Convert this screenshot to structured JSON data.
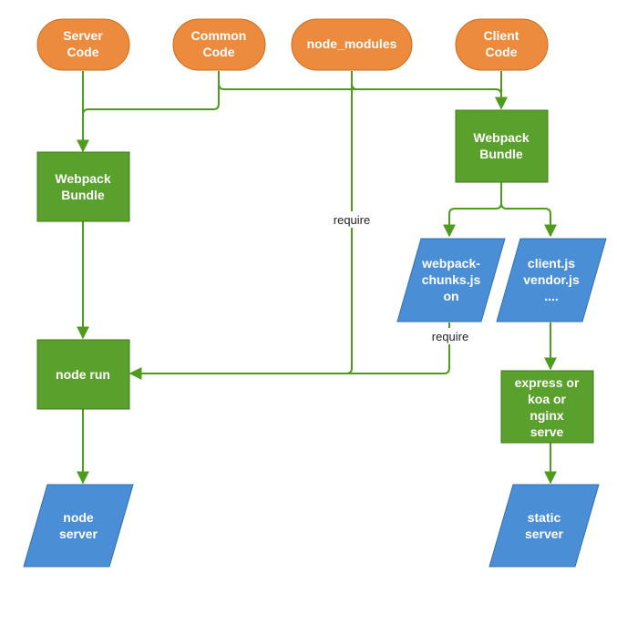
{
  "colors": {
    "source": "#ec8b3d",
    "process": "#5aa02c",
    "output": "#4a8fd6",
    "edge": "#4f9b1e"
  },
  "nodes": {
    "server_code": [
      "Server",
      "Code"
    ],
    "common_code": [
      "Common",
      "Code"
    ],
    "node_modules": [
      "node_modules"
    ],
    "client_code": [
      "Client",
      "Code"
    ],
    "webpack_bundle_server": [
      "Webpack",
      "Bundle"
    ],
    "webpack_bundle_client": [
      "Webpack",
      "Bundle"
    ],
    "webpack_chunks": [
      "webpack-",
      "chunks.js",
      "on"
    ],
    "client_js": [
      "client.js",
      "vendor.js",
      "...."
    ],
    "node_run": [
      "node run"
    ],
    "express": [
      "express or",
      "koa or",
      "nginx",
      "serve"
    ],
    "node_server": [
      "node",
      "server"
    ],
    "static_server": [
      "static",
      "server"
    ]
  },
  "edge_labels": {
    "require_modules": "require",
    "require_chunks": "require"
  }
}
